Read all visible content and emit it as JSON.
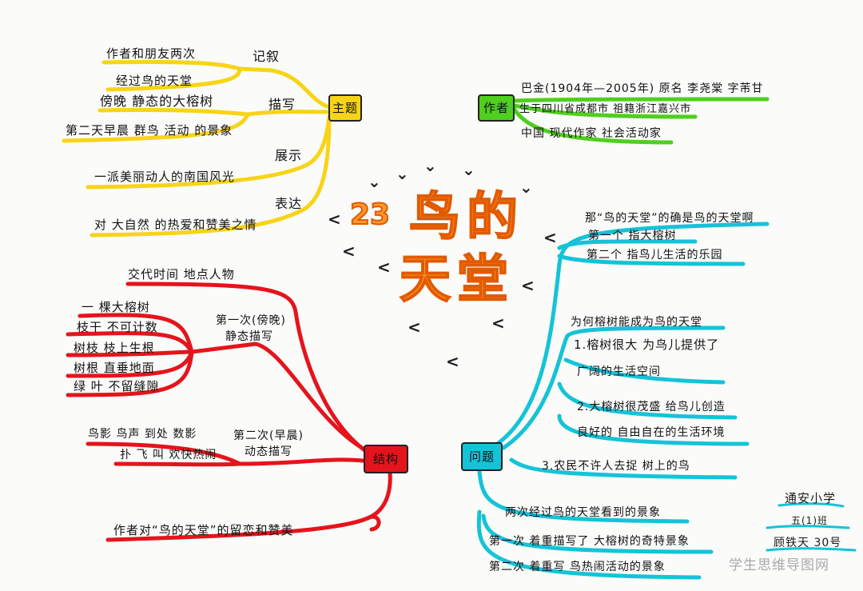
{
  "title": {
    "number": "23",
    "line1": "鸟的",
    "line2": "天堂"
  },
  "branches": {
    "zhuti": {
      "label": "主题",
      "color": "#f7d417",
      "sublabels": {
        "jixu": "记叙",
        "miaoxie": "描写",
        "zhanshi": "展示",
        "biaoda": "表达"
      },
      "items": [
        "作者和朋友两次",
        "经过鸟的天堂",
        "傍晚 静态的大榕树",
        "第二天早晨 群鸟 活动 的景象",
        "一派美丽动人的南国风光",
        "对 大自然 的热爱和赞美之情"
      ]
    },
    "zuozhe": {
      "label": "作者",
      "color": "#4fcf1e",
      "items": [
        "巴金(1904年—2005年) 原名 李尧棠   字芾甘",
        "生于四川省成都市  祖籍浙江嘉兴市",
        "中国 现代作家   社会活动家"
      ]
    },
    "jiegou": {
      "label": "结构",
      "color": "#e5141c",
      "items": [
        "交代时间  地点人物",
        "一 棵大榕树",
        "枝干  不可计数",
        "树枝  枝上生根",
        "树根  直垂地面",
        "绿 叶  不留缝隙",
        "第一次(傍晚)",
        "静态描写",
        "鸟影  鸟声  到处  数影",
        "扑 飞 叫  欢快热闹",
        "第二次(早晨)",
        "动态描写",
        "作者对“鸟的天堂”的留恋和赞美"
      ]
    },
    "wenti": {
      "label": "问题",
      "color": "#14c3d8",
      "items": [
        "那“鸟的天堂”的确是鸟的天堂啊",
        "第一个  指大榕树",
        "第二个  指鸟儿生活的乐园",
        "为何榕树能成为鸟的天堂",
        "1.榕树很大  为鸟儿提供了",
        "广阔的生活空间",
        "2.大榕树很茂盛  给鸟儿创造",
        "良好的 自由自在的生活环境",
        "3.农民不许人去捉 树上的鸟",
        "两次经过鸟的天堂看到的景象",
        "第一次  着重描写了  大榕树的奇特景象",
        "第二次  着重写   鸟热闹活动的景象"
      ]
    }
  },
  "signature": {
    "school": "通安小学",
    "class": "五(1)班",
    "name": "顾铁天  30号"
  },
  "watermark": "学生思维导图网"
}
